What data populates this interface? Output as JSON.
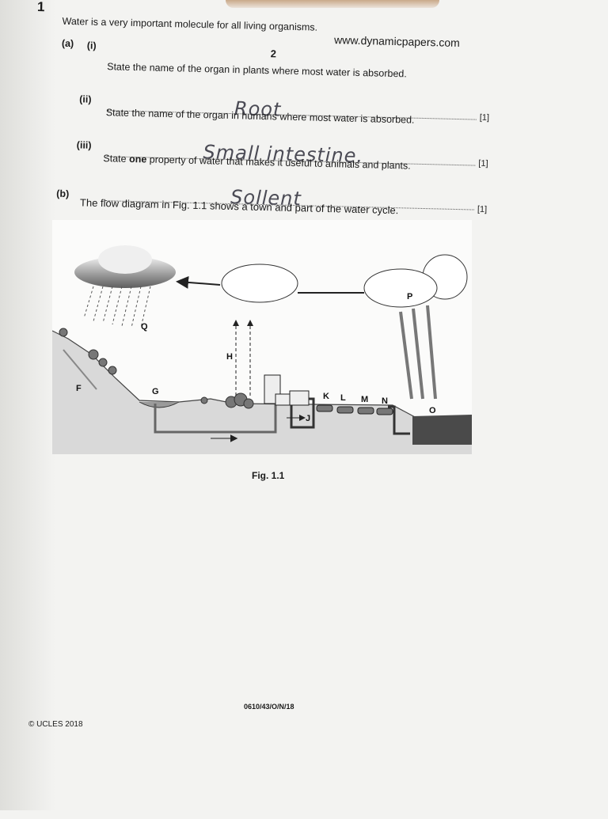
{
  "header": {
    "question_number": "1",
    "page_number": "2",
    "website": "www.dynamicpapers.com"
  },
  "intro": "Water is a very important molecule for all living organisms.",
  "part_a": {
    "label": "(a)",
    "items": [
      {
        "label": "(i)",
        "prefix": "State the name of the organ in plants where most water is absorbed.",
        "bold": "",
        "suffix": "",
        "answer": "Root",
        "marks": "[1]"
      },
      {
        "label": "(ii)",
        "prefix": "State the name of the organ in humans where most water is absorbed.",
        "bold": "",
        "suffix": "",
        "answer": "Small intestine.",
        "marks": "[1]"
      },
      {
        "label": "(iii)",
        "prefix": "State",
        "bold": "one",
        "suffix": "property of water that makes it useful to animals and plants.",
        "answer": "Sollent",
        "marks": "[1]"
      }
    ]
  },
  "part_b": {
    "label": "(b)",
    "text": "The flow diagram in Fig. 1.1 shows a town and part of the water cycle."
  },
  "figure": {
    "caption": "Fig. 1.1",
    "labels": [
      "F",
      "G",
      "H",
      "J",
      "K",
      "L",
      "M",
      "N",
      "O",
      "P",
      "Q"
    ]
  },
  "footer": {
    "code": "0610/43/O/N/18",
    "copyright": "© UCLES 2018"
  }
}
